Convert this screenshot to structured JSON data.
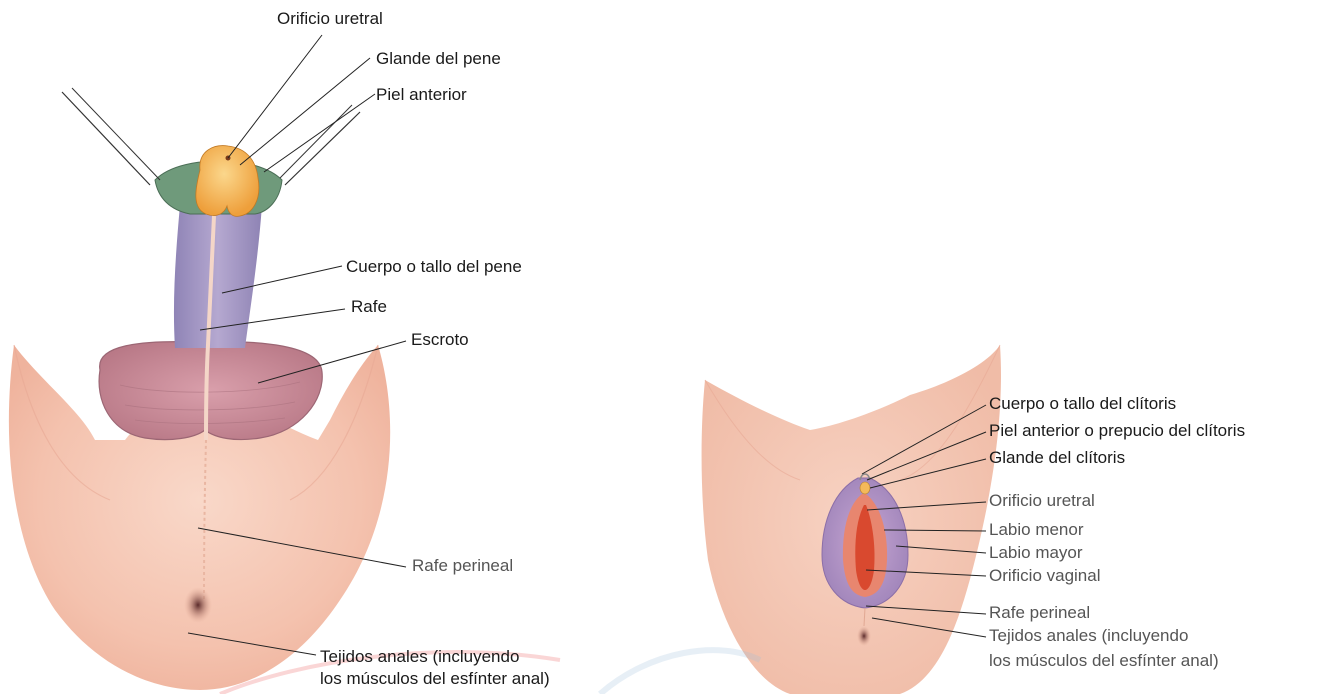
{
  "male": {
    "labels": {
      "orificio_uretral": "Orificio uretral",
      "glande": "Glande del pene",
      "piel_anterior": "Piel anterior",
      "cuerpo": "Cuerpo o tallo del pene",
      "rafe": "Rafe",
      "escroto": "Escroto",
      "rafe_perineal": "Rafe perineal",
      "tejidos_anales_1": "Tejidos anales (incluyendo",
      "tejidos_anales_2": "los músculos del esfínter anal)"
    }
  },
  "female": {
    "labels": {
      "cuerpo_clitoris": "Cuerpo o tallo del clítoris",
      "prepucio": "Piel anterior o prepucio del clítoris",
      "glande_clitoris": "Glande del clítoris",
      "orificio_uretral": "Orificio uretral",
      "labio_menor": "Labio menor",
      "labio_mayor": "Labio mayor",
      "orificio_vaginal": "Orificio vaginal",
      "rafe_perineal": "Rafe perineal",
      "tejidos_anales_1": "Tejidos anales (incluyendo",
      "tejidos_anales_2": "los músculos del esfínter anal)"
    }
  },
  "colors": {
    "skin": "#f6c9b6",
    "skin_dark": "#e9a893",
    "shaft": "#a99ac6",
    "scrotum": "#c98c9b",
    "glans": "#f4b95a",
    "prepuce_green": "#6f9a7b",
    "labia_major": "#b59ac9",
    "labia_minor": "#e8866f",
    "vestibule": "#d9492f",
    "leader": "#222222"
  }
}
